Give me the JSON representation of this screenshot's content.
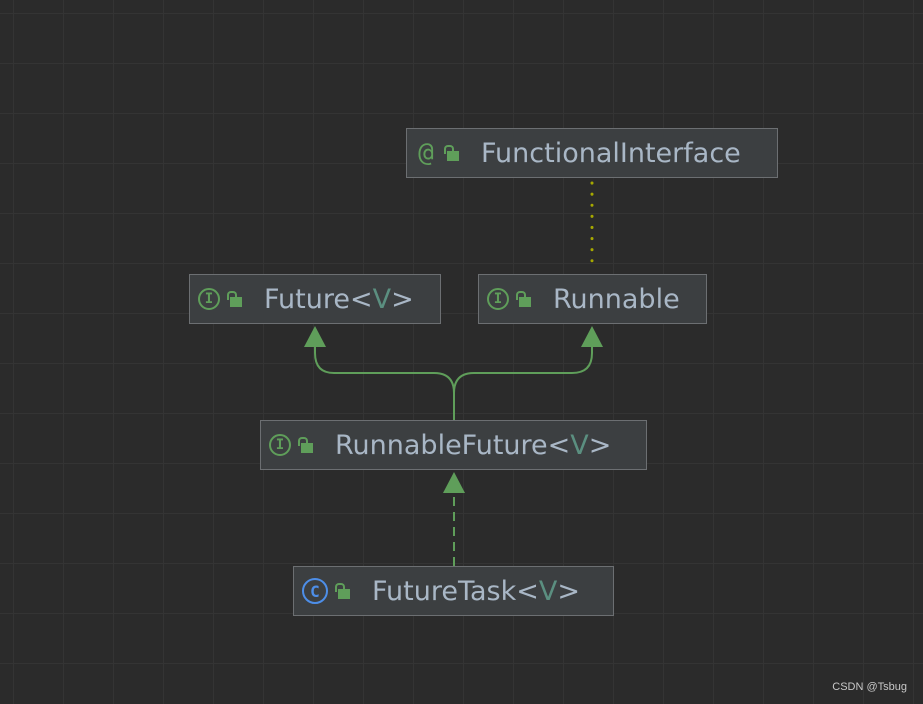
{
  "nodes": {
    "functional_interface": {
      "kind_glyph": "@",
      "name": "FunctionalInterface",
      "generic": ""
    },
    "future": {
      "kind_glyph": "I",
      "name": "Future",
      "lt": "<",
      "type_param": "V",
      "gt": ">"
    },
    "runnable": {
      "kind_glyph": "I",
      "name": "Runnable",
      "generic": ""
    },
    "runnable_future": {
      "kind_glyph": "I",
      "name": "RunnableFuture",
      "lt": "<",
      "type_param": "V",
      "gt": ">"
    },
    "future_task": {
      "kind_glyph": "C",
      "name": "FutureTask",
      "lt": "<",
      "type_param": "V",
      "gt": ">"
    }
  },
  "edges": [
    {
      "from": "future_task",
      "to": "runnable_future",
      "style": "dashed",
      "arrow": "triangle"
    },
    {
      "from": "runnable_future",
      "to": "future",
      "style": "solid",
      "arrow": "triangle"
    },
    {
      "from": "runnable_future",
      "to": "runnable",
      "style": "solid",
      "arrow": "triangle"
    },
    {
      "from": "runnable",
      "to": "functional_interface",
      "style": "dotted",
      "arrow": "none"
    }
  ],
  "colors": {
    "background": "#2b2b2b",
    "node_fill": "#3c3f41",
    "node_border": "#6c6f72",
    "text": "#a9b7c6",
    "type_param": "#5b8f80",
    "interface_icon": "#5f9e5a",
    "class_icon": "#4d8ee8",
    "inheritance_edge": "#5f9e5a",
    "annotation_edge": "#a6a800"
  },
  "watermark": "CSDN @Tsbug"
}
